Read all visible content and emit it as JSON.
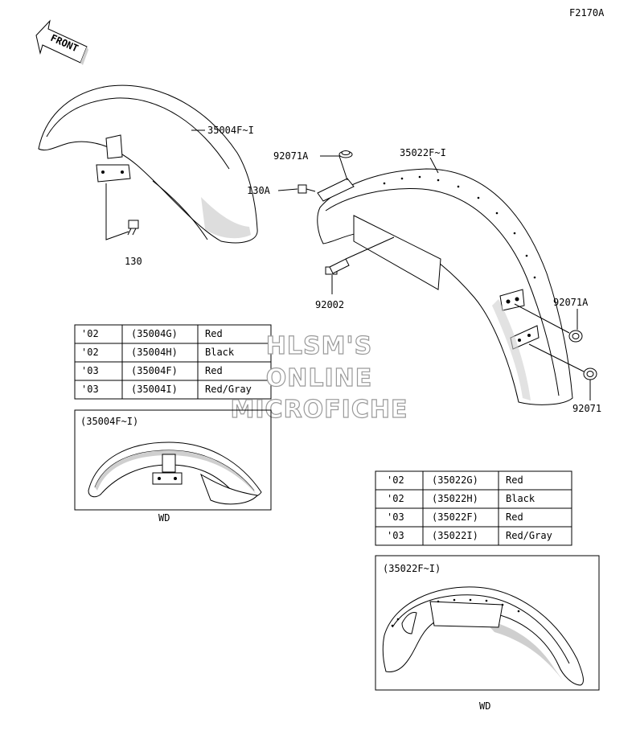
{
  "figure_code": "F2170A",
  "direction_label": "FRONT",
  "front_fender": {
    "part_label": "35004F~I",
    "bolt_label": "130"
  },
  "rear_fender": {
    "part_label": "35022F~I",
    "grommet_top_label": "92071A",
    "bolt_label": "130A",
    "stud_label": "92002",
    "grommet_side_label": "92071A",
    "grommet_low_label": "92071"
  },
  "watermark": [
    "HLSM'S",
    "ONLINE",
    "MICROFICHE"
  ],
  "front_table": {
    "rows": [
      [
        "'02",
        "(35004G)",
        "Red"
      ],
      [
        "'02",
        "(35004H)",
        "Black"
      ],
      [
        "'03",
        "(35004F)",
        "Red"
      ],
      [
        "'03",
        "(35004I)",
        "Red/Gray"
      ]
    ]
  },
  "front_inset": {
    "title": "(35004F~I)",
    "caption": "WD"
  },
  "rear_table": {
    "rows": [
      [
        "'02",
        "(35022G)",
        "Red"
      ],
      [
        "'02",
        "(35022H)",
        "Black"
      ],
      [
        "'03",
        "(35022F)",
        "Red"
      ],
      [
        "'03",
        "(35022I)",
        "Red/Gray"
      ]
    ]
  },
  "rear_inset": {
    "title": "(35022F~I)",
    "caption": "WD"
  }
}
